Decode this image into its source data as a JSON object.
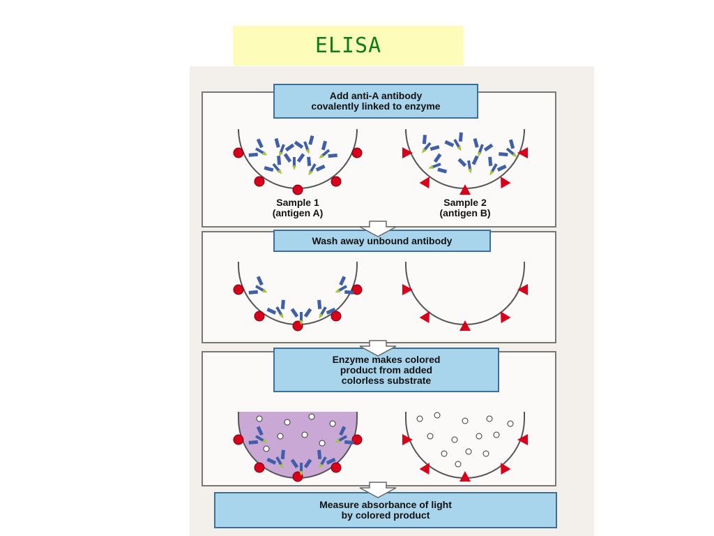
{
  "title": "ELISA",
  "steps": {
    "step1": {
      "line1": "Add anti-A antibody",
      "line2": "covalently linked to enzyme"
    },
    "step2": {
      "line1": "Wash away unbound antibody"
    },
    "step3": {
      "line1": "Enzyme makes colored",
      "line2": "product from added",
      "line3": "colorless substrate"
    },
    "step4": {
      "line1": "Measure absorbance of light",
      "line2": "by colored product"
    }
  },
  "samples": {
    "sample1": {
      "line1": "Sample 1",
      "line2": "(antigen A)"
    },
    "sample2": {
      "line1": "Sample 2",
      "line2": "(antigen B)"
    }
  },
  "colors": {
    "title_bg": "#fdfcb8",
    "title_text": "#0b7d18",
    "step_box": "#a8d4ec",
    "antigen_a": "#d8001a",
    "antigen_b": "#d8001a",
    "antibody": "#3f5fa8",
    "enzyme": "#a6c43a",
    "colored_product": "#c9a8d6"
  },
  "icons": [
    "antibody-icon",
    "enzyme-icon",
    "antigen-a-circle-icon",
    "antigen-b-triangle-icon",
    "substrate-bubble-icon",
    "down-arrow-icon"
  ]
}
